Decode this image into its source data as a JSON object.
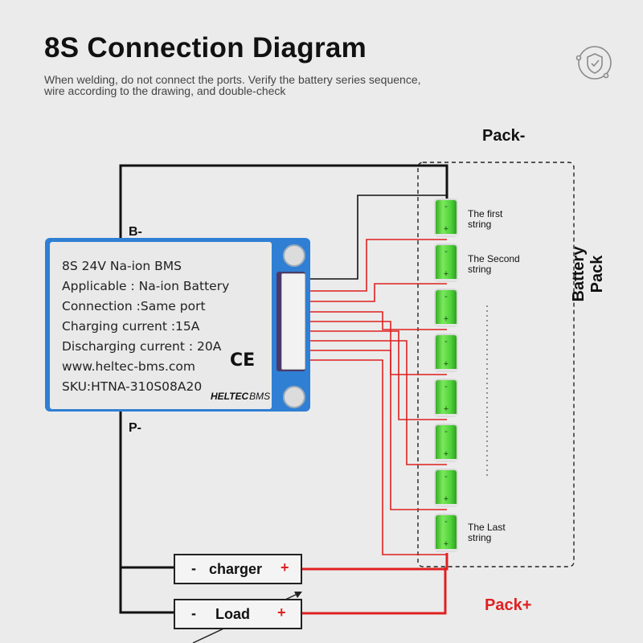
{
  "header": {
    "title": "8S Connection Diagram",
    "subtitle_line1": "When welding, do not connect the ports. Verify the battery series sequence,",
    "subtitle_line2": "wire according to the drawing, and double-check"
  },
  "labels": {
    "b_minus": "B-",
    "p_minus": "P-",
    "pack_minus": "Pack-",
    "pack_plus": "Pack+",
    "battery_pack": "Battery Pack"
  },
  "bms": {
    "line1": "8S 24V Na-ion BMS",
    "line2": "Applicable : Na-ion Battery",
    "line3": "Connection :Same port",
    "line4": "Charging current :15A",
    "line5": "Discharging current : 20A",
    "line6": "www.heltec-bms.com",
    "line7": "SKU:HTNA-310S08A20",
    "ce_mark": "CE",
    "brand": "HELTEC",
    "brand_suffix": "BMS"
  },
  "cells": {
    "first": "The first string",
    "second": "The Second string",
    "last": "The Last string",
    "plus_sign": "+",
    "minus_sign": "-",
    "count": 8
  },
  "boxes": {
    "charger": {
      "minus": "-",
      "label": "charger",
      "plus": "+"
    },
    "load": {
      "minus": "-",
      "label": "Load",
      "plus": "+"
    }
  },
  "colors": {
    "wire_black": "#111111",
    "wire_red": "#e02020",
    "cell_green": "#4fd23a",
    "bms_blue": "#2f7fd4",
    "pack_plus": "#e02020"
  },
  "icons": {
    "corner_logo": "shield-check-icon"
  }
}
